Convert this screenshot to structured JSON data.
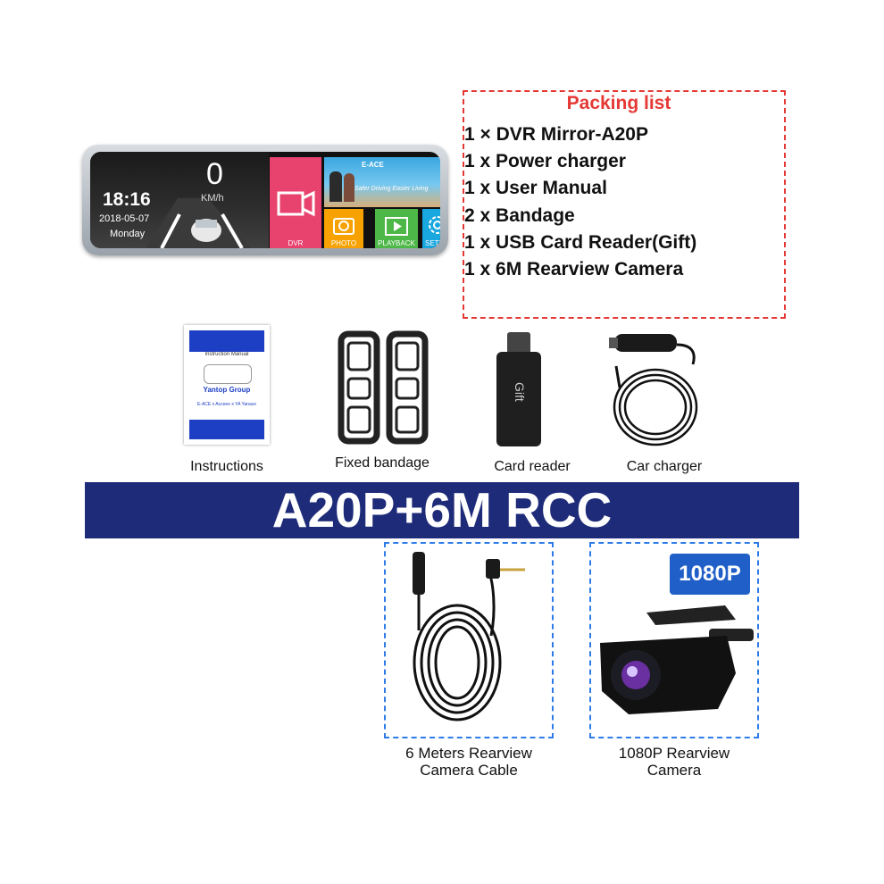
{
  "mirror": {
    "time": "18:16",
    "date": "2018-05-07",
    "day": "Monday",
    "speed": "0",
    "speed_unit": "KM/h",
    "tiles": {
      "dvr": "DVR",
      "photo": "PHOTO",
      "playback": "PLAYBACK",
      "settings": "SETTI"
    },
    "photo_caption": "Safer Driving Easier Living",
    "brand": "E-ACE"
  },
  "packing_list": {
    "title": "Packing list",
    "items": [
      "1 × DVR Mirror-A20P",
      "1 x Power charger",
      "1 x User Manual",
      "2 x Bandage",
      "1 x USB Card Reader(Gift)",
      "1 x 6M Rearview Camera"
    ]
  },
  "accessories": {
    "instructions": "Instructions",
    "manual_title": "Instruction Manual",
    "manual_group": "Yantop Group",
    "manual_brands": "E-ACE x Acceeo x YA Yanace",
    "bandage": "Fixed bandage",
    "card_reader": "Card reader",
    "card_reader_text": "Gift",
    "car_charger": "Car charger"
  },
  "banner": {
    "title": "A20P+6M RCC"
  },
  "bottom": {
    "cable_line1": "6 Meters Rearview",
    "cable_line2": "Camera Cable",
    "camera_line1": "1080P Rearview",
    "camera_line2": "Camera",
    "badge": "1080P"
  },
  "colors": {
    "banner": "#1e2b78",
    "packing_border": "#e53935",
    "blue_border": "#2e7be8",
    "badge": "#1f5fc7"
  }
}
